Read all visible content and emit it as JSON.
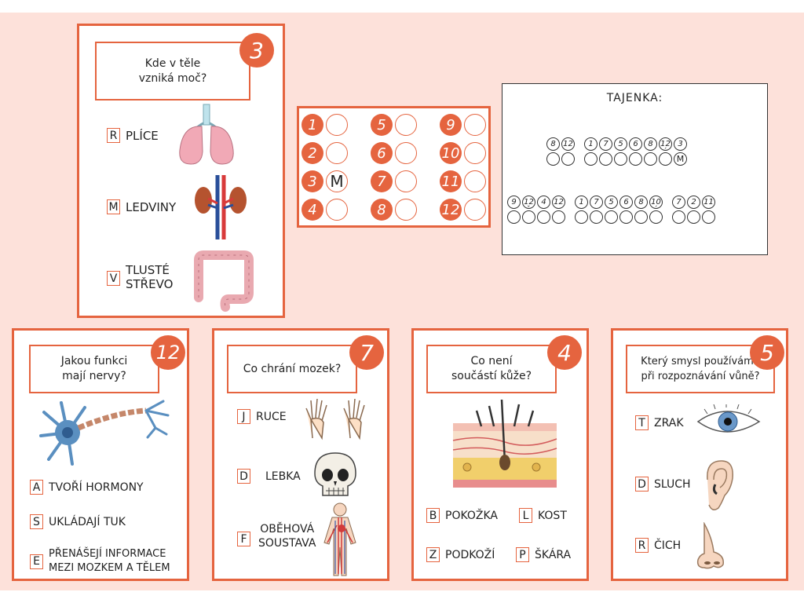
{
  "cards": {
    "c3": {
      "number": "3",
      "question_l1": "Kde v těle",
      "question_l2": "vzniká moč?",
      "options": [
        {
          "letter": "R",
          "text": "PLÍCE",
          "icon": "lungs-icon"
        },
        {
          "letter": "M",
          "text": "LEDVINY",
          "icon": "kidneys-icon"
        },
        {
          "letter": "V",
          "text_l1": "TLUSTÉ",
          "text_l2": "STŘEVO",
          "icon": "large-intestine-icon"
        }
      ]
    },
    "c12": {
      "number": "12",
      "question_l1": "Jakou funkci",
      "question_l2": "mají nervy?",
      "options": [
        {
          "letter": "A",
          "text": "TVOŘÍ HORMONY"
        },
        {
          "letter": "S",
          "text": "UKLÁDAJÍ TUK"
        },
        {
          "letter": "E",
          "text_l1": "PŘENÁŠEJÍ INFORMACE",
          "text_l2": "MEZI MOZKEM A TĚLEM"
        }
      ],
      "icon": "neuron-icon"
    },
    "c7": {
      "number": "7",
      "question": "Co chrání mozek?",
      "options": [
        {
          "letter": "J",
          "text": "RUCE",
          "icon": "hands-icon"
        },
        {
          "letter": "D",
          "text": "LEBKA",
          "icon": "skull-icon"
        },
        {
          "letter": "F",
          "text_l1": "OBĚHOVÁ",
          "text_l2": "SOUSTAVA",
          "icon": "circulatory-system-icon"
        }
      ]
    },
    "c4": {
      "number": "4",
      "question_l1": "Co není",
      "question_l2": "součástí kůže?",
      "options": [
        {
          "letter": "B",
          "text": "POKOŽKA"
        },
        {
          "letter": "L",
          "text": "KOST"
        },
        {
          "letter": "Z",
          "text": "PODKOŽÍ"
        },
        {
          "letter": "P",
          "text": "ŠKÁRA"
        }
      ],
      "icon": "skin-layers-icon"
    },
    "c5": {
      "number": "5",
      "question_l1": "Který smysl používáme",
      "question_l2": "při rozpoznávání vůně?",
      "options": [
        {
          "letter": "T",
          "text": "ZRAK",
          "icon": "eye-icon"
        },
        {
          "letter": "D",
          "text": "SLUCH",
          "icon": "ear-icon"
        },
        {
          "letter": "R",
          "text": "ČICH",
          "icon": "nose-icon"
        }
      ]
    }
  },
  "key_grid": {
    "cells": [
      {
        "n": "1",
        "v": ""
      },
      {
        "n": "5",
        "v": ""
      },
      {
        "n": "9",
        "v": ""
      },
      {
        "n": "2",
        "v": ""
      },
      {
        "n": "6",
        "v": ""
      },
      {
        "n": "10",
        "v": ""
      },
      {
        "n": "3",
        "v": "M"
      },
      {
        "n": "7",
        "v": ""
      },
      {
        "n": "11",
        "v": ""
      },
      {
        "n": "4",
        "v": ""
      },
      {
        "n": "8",
        "v": ""
      },
      {
        "n": "12",
        "v": ""
      }
    ]
  },
  "tajenka": {
    "title": "TAJENKA:",
    "row1": [
      [
        {
          "n": "8",
          "v": ""
        },
        {
          "n": "12",
          "v": ""
        }
      ],
      [
        {
          "n": "1",
          "v": ""
        },
        {
          "n": "7",
          "v": ""
        },
        {
          "n": "5",
          "v": ""
        },
        {
          "n": "6",
          "v": ""
        },
        {
          "n": "8",
          "v": ""
        },
        {
          "n": "12",
          "v": "",
          "m": "´"
        },
        {
          "n": "3",
          "v": "M"
        }
      ]
    ],
    "row2": [
      [
        {
          "n": "9",
          "v": ""
        },
        {
          "n": "12",
          "v": "",
          "m": "ˇ"
        },
        {
          "n": "4",
          "v": ""
        },
        {
          "n": "12",
          "v": ""
        }
      ],
      [
        {
          "n": "1",
          "v": ""
        },
        {
          "n": "7",
          "v": ""
        },
        {
          "n": "5",
          "v": ""
        },
        {
          "n": "6",
          "v": ""
        },
        {
          "n": "8",
          "v": ""
        },
        {
          "n": "10",
          "v": "",
          "m": "´"
        }
      ],
      [
        {
          "n": "7",
          "v": ""
        },
        {
          "n": "2",
          "v": ""
        },
        {
          "n": "11",
          "v": ""
        }
      ]
    ]
  },
  "colors": {
    "accent": "#e5643f",
    "background": "#fde1da"
  }
}
